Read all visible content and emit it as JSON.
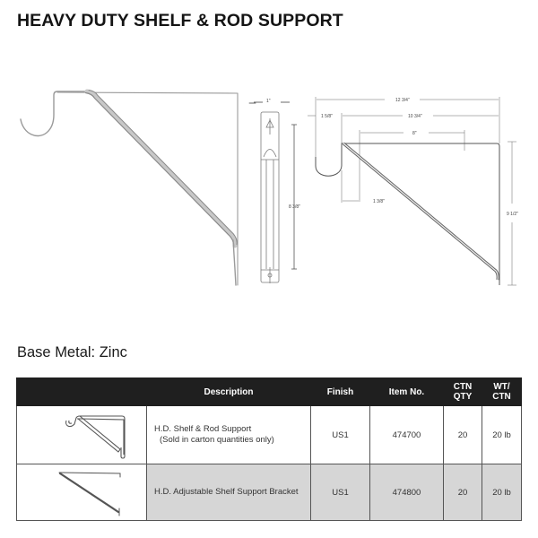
{
  "title": "HEAVY DUTY SHELF & ROD SUPPORT",
  "drawing": {
    "side_view": {
      "width_label": "1\"",
      "height_label": "8 3/8\""
    },
    "dimension_view": {
      "overall_length": "12 3/4\"",
      "hook_offset": "1 5/8\"",
      "arm_length": "10 3/4\"",
      "slot_span": "8\"",
      "brace_offset": "1 3/8\"",
      "height": "9 1/2\""
    }
  },
  "base_metal": "Base Metal: Zinc",
  "table": {
    "headers": {
      "image": "",
      "description": "Description",
      "finish": "Finish",
      "item_no": "Item No.",
      "ctn_qty_1": "CTN",
      "ctn_qty_2": "QTY",
      "wt_ctn_1": "WT/",
      "wt_ctn_2": "CTN"
    },
    "rows": [
      {
        "description": "H.D. Shelf & Rod Support",
        "note": "(Sold in carton quantities only)",
        "finish": "US1",
        "item_no": "474700",
        "ctn_qty": "20",
        "wt_ctn": "20 lb"
      },
      {
        "description": "H.D. Adjustable Shelf Support Bracket",
        "note": "",
        "finish": "US1",
        "item_no": "474800",
        "ctn_qty": "20",
        "wt_ctn": "20 lb"
      }
    ]
  }
}
